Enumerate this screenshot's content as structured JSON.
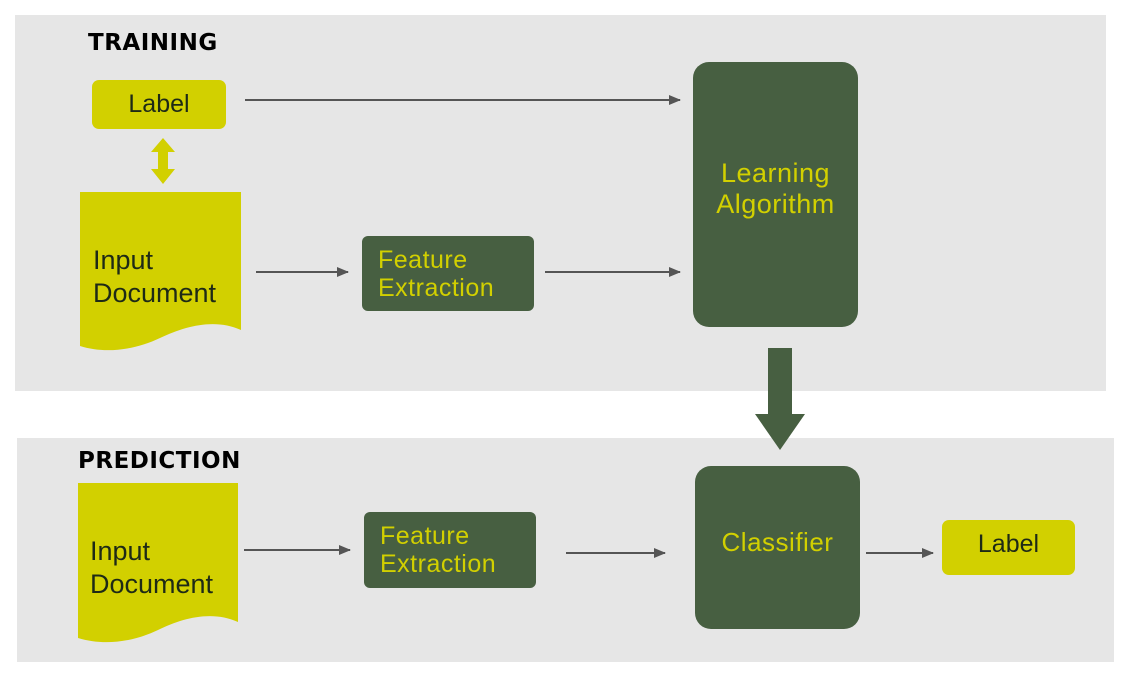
{
  "training": {
    "title": "TRAINING",
    "label": "Label",
    "input_document": [
      "Input",
      "Document"
    ],
    "feature_extraction": [
      "Feature",
      "Extraction"
    ],
    "learning_algorithm": [
      "Learning",
      "Algorithm"
    ]
  },
  "prediction": {
    "title": "PREDICTION",
    "input_document": [
      "Input",
      "Document"
    ],
    "feature_extraction": [
      "Feature",
      "Extraction"
    ],
    "classifier": "Classifier",
    "label": "Label"
  },
  "colors": {
    "panel": "#e6e6e6",
    "dark_green": "#475f41",
    "lime": "#d2d000",
    "arrow": "#555555"
  }
}
